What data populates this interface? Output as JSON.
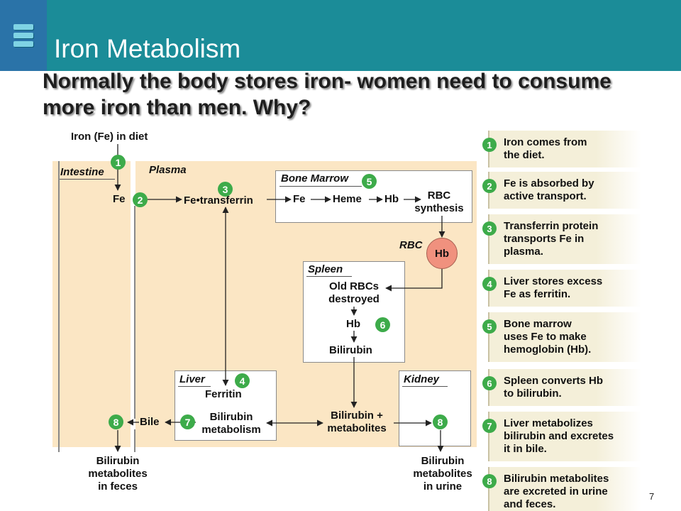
{
  "header": {
    "title": "Iron Metabolism",
    "subtitle": "Normally the body stores iron- women need to consume  more iron than men. Why?"
  },
  "diagram": {
    "iron_in_diet": "Iron (Fe) in diet",
    "intestine": "Intestine",
    "plasma": "Plasma",
    "fe": "Fe",
    "fe_transferrin": "Fe•transferrin",
    "bone_marrow": {
      "title": "Bone Marrow",
      "fe": "Fe",
      "heme": "Heme",
      "hb": "Hb",
      "rbc_synthesis": "RBC\nsynthesis"
    },
    "rbc": "RBC",
    "rbc_hb": "Hb",
    "spleen": {
      "title": "Spleen",
      "old_rbcs": "Old RBCs\ndestroyed",
      "hb": "Hb",
      "bilirubin": "Bilirubin"
    },
    "liver": {
      "title": "Liver",
      "ferritin": "Ferritin",
      "bilirubin_metabolism": "Bilirubin\nmetabolism"
    },
    "bile": "Bile",
    "kidney": "Kidney",
    "bilirubin_metabolites": "Bilirubin +\nmetabolites",
    "feces": "Bilirubin\nmetabolites\nin feces",
    "urine": "Bilirubin\nmetabolites\nin urine",
    "steps": [
      "1",
      "2",
      "3",
      "4",
      "5",
      "6",
      "7",
      "8"
    ]
  },
  "legend": [
    {
      "num": "1",
      "text": "Iron comes from\nthe diet."
    },
    {
      "num": "2",
      "text": "Fe is absorbed by\nactive transport."
    },
    {
      "num": "3",
      "text": "Transferrin protein\ntransports Fe in\nplasma."
    },
    {
      "num": "4",
      "text": "Liver stores excess\nFe as ferritin."
    },
    {
      "num": "5",
      "text": "Bone marrow\nuses Fe to make\nhemoglobin (Hb)."
    },
    {
      "num": "6",
      "text": "Spleen converts Hb\nto bilirubin."
    },
    {
      "num": "7",
      "text": "Liver metabolizes\nbilirubin and excretes\nit in bile."
    },
    {
      "num": "8",
      "text": "Bilirubin metabolites\nare excreted in urine\nand feces."
    }
  ],
  "slide_number": "7",
  "colors": {
    "header": "#1b8c98",
    "plasma": "#fbe6c4",
    "step_badge": "#3dab4a",
    "rbc_circle": "#f0917e"
  }
}
